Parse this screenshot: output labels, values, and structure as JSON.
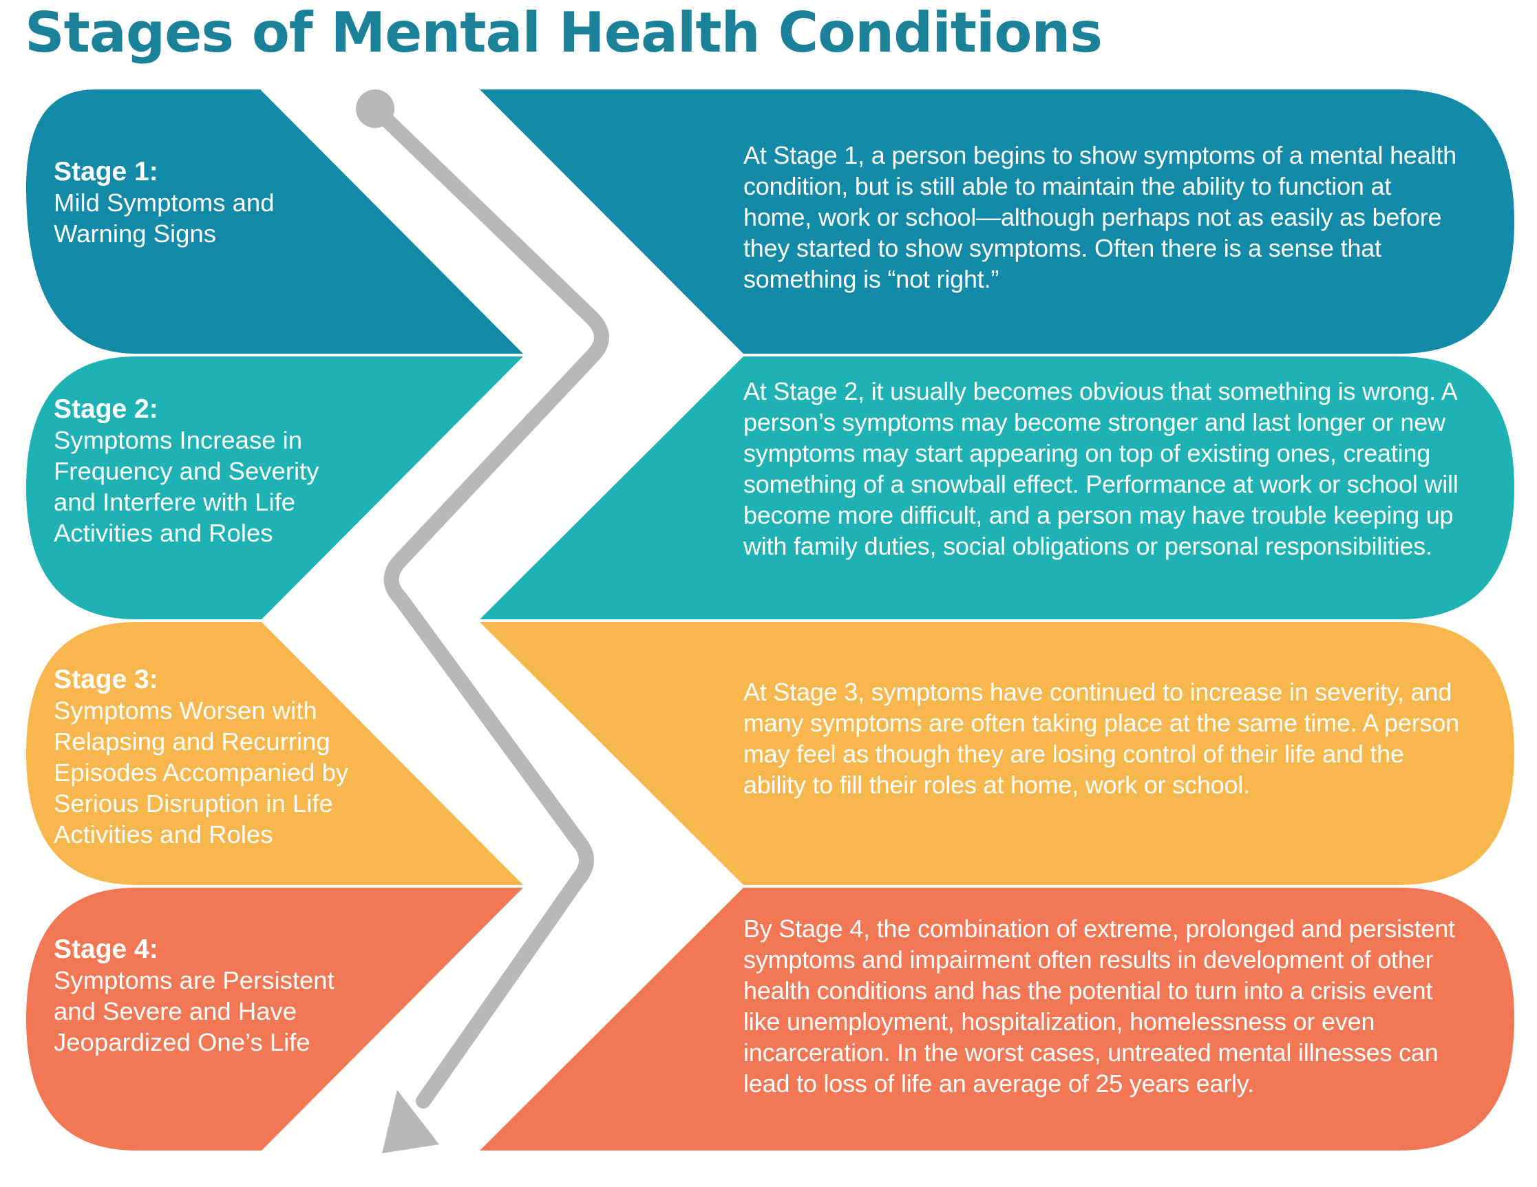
{
  "title": "Stages of Mental Health Conditions",
  "colors": {
    "title": "#1a8199",
    "arrow": "#b8b8b8",
    "background": "#ffffff"
  },
  "stages": [
    {
      "name": "Stage 1:",
      "subtitle": "Mild Symptoms and Warning Signs",
      "description": "At Stage 1, a person begins to show symptoms of a mental health condition, but is still able to maintain the ability to function at home, work or school—although perhaps not as easily as before they started to show symptoms.  Often there is a sense that something is “not right.”",
      "color": "#128aa8"
    },
    {
      "name": "Stage 2:",
      "subtitle": "Symptoms Increase in Frequency and Severity and Interfere with Life Activities and Roles",
      "description": "At Stage 2, it usually becomes obvious that something is wrong.  A person’s symptoms may become stronger and last longer or new symptoms may start appearing on top of existing ones, creating something of a snowball effect. Performance at work or school will become more difficult, and a person may have trouble keeping up with family duties, social obligations or personal responsibilities.",
      "color": "#1eb2b4"
    },
    {
      "name": "Stage 3:",
      "subtitle": "Symptoms Worsen with Relapsing and Recurring Episodes Accompanied by Serious Disruption in Life Activities and Roles",
      "description": "At Stage 3, symptoms have continued to increase in severity, and many symptoms are often taking place at the same time. A person may feel as though they are losing control of their life and the ability to fill their roles at home, work or school.",
      "color": "#f8b74c"
    },
    {
      "name": "Stage 4:",
      "subtitle": "Symptoms are Persistent and Severe and Have Jeopardized One’s Life",
      "description": "By Stage 4, the combination of extreme, prolonged and persistent symptoms and impairment often results in development of other health conditions and has the potential to turn into a crisis event like unemployment, hospitalization, homelessness or even incarceration.  In the worst cases, untreated mental illnesses can lead to loss of life an average of 25 years early.",
      "color": "#f27755"
    }
  ]
}
